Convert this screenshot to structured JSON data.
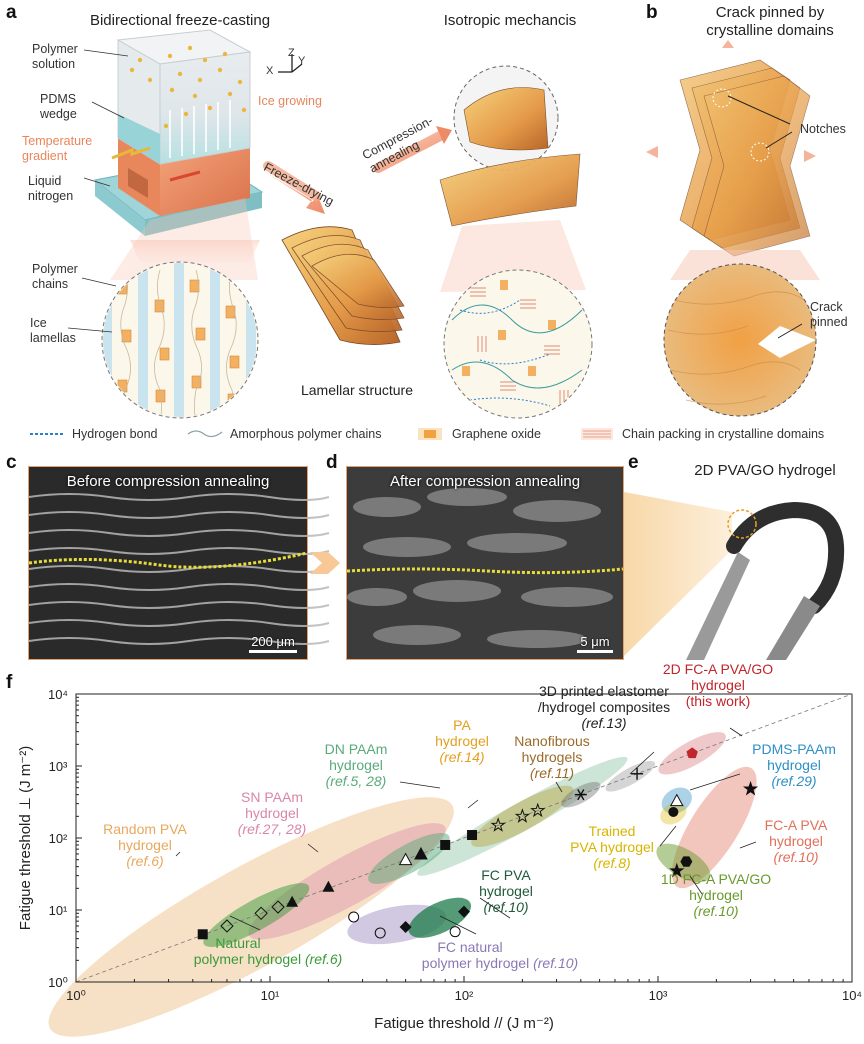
{
  "panels": {
    "a": "a",
    "b": "b",
    "c": "c",
    "d": "d",
    "e": "e",
    "f": "f"
  },
  "panel_a": {
    "title_left": "Bidirectional freeze-casting",
    "title_mid": "Isotropic mechancis",
    "axis_z": "Z",
    "axis_x": "X",
    "axis_y": "Y",
    "ice_growing": "Ice growing",
    "polymer_solution": [
      "Polymer",
      "solution"
    ],
    "pdms_wedge": [
      "PDMS",
      "wedge"
    ],
    "temperature_gradient": [
      "Temperature",
      "gradient"
    ],
    "liquid_nitrogen": [
      "Liquid",
      "nitrogen"
    ],
    "polymer_chains": [
      "Polymer",
      "chains"
    ],
    "ice_lamellas": [
      "Ice",
      "lamellas"
    ],
    "freeze_drying": "Freeze-drying",
    "compression_annealing": [
      "Compression-",
      "annealing"
    ],
    "lamellar_structure": "Lamellar structure"
  },
  "panel_b": {
    "title": [
      "Crack pinned by",
      "crystalline domains"
    ],
    "notches": "Notches",
    "crack_pinned": [
      "Crack",
      "pinned"
    ]
  },
  "legend": {
    "hydrogen_bond": "Hydrogen bond",
    "amorphous": "Amorphous polymer chains",
    "graphene_oxide": "Graphene oxide",
    "chain_packing": "Chain packing in crystalline domains"
  },
  "panel_c": {
    "caption": "Before compression annealing",
    "scale": "200 μm"
  },
  "panel_d": {
    "caption": "After compression annealing",
    "scale": "5 μm"
  },
  "panel_e": {
    "title": "2D PVA/GO hydrogel"
  },
  "colors": {
    "accent_orange": "#e8865a",
    "this_work_red": "#c0262b",
    "pdms_blue": "#2e8fc4",
    "trained_yellow": "#d9b400",
    "fc_a_salmon": "#e0705a",
    "one_d_green": "#6a9a2e",
    "random_pva": "#e9a85c",
    "sn_paam": "#d986a8",
    "dn_paam": "#5aaa7a",
    "pa": "#e3a020",
    "nanofibrous": "#9a6a2a",
    "natural": "#3a9a3a",
    "fc_natural": "#8a78b4",
    "fc_pva": "#1e7a4a"
  },
  "chart_data": {
    "type": "scatter",
    "xlabel": "Fatigue threshold // (J m⁻²)",
    "ylabel": "Fatigue threshold ⊥ (J m⁻²)",
    "x_scale": "log",
    "y_scale": "log",
    "xlim": [
      1,
      10000
    ],
    "ylim": [
      1,
      10000
    ],
    "x_ticks": [
      "10⁰",
      "10¹",
      "10²",
      "10³",
      "10⁴"
    ],
    "y_ticks": [
      "10⁰",
      "10¹",
      "10²",
      "10³",
      "10⁴"
    ],
    "diagonal": "dashed y = x",
    "groups": [
      {
        "label": [
          "Random PVA",
          "hydrogel"
        ],
        "ref": "(ref.6)",
        "marker": "square",
        "points": [
          [
            4.5,
            4.6
          ]
        ]
      },
      {
        "label": [
          "Natural",
          "polymer hydrogel"
        ],
        "ref": "(ref.6)",
        "marker": "diamond-open",
        "points": [
          [
            6,
            6
          ],
          [
            9,
            9
          ],
          [
            11,
            11
          ]
        ]
      },
      {
        "label": [
          "SN PAAm",
          "hydrogel"
        ],
        "ref": "(ref.27, 28)",
        "marker": "triangle",
        "points": [
          [
            13,
            13
          ],
          [
            20,
            21
          ]
        ]
      },
      {
        "label": [
          "DN PAAm",
          "hydrogel"
        ],
        "ref": "(ref.5, 28)",
        "marker": "triangle-mixed",
        "points": [
          [
            50,
            50
          ],
          [
            60,
            60
          ]
        ]
      },
      {
        "label": [
          "PA",
          "hydrogel"
        ],
        "ref": "(ref.14)",
        "marker": "square",
        "points": [
          [
            80,
            80
          ],
          [
            110,
            110
          ]
        ]
      },
      {
        "label": [
          "Nanofibrous",
          "hydrogels"
        ],
        "ref": "(ref.11)",
        "marker": "star-open",
        "points": [
          [
            150,
            150
          ],
          [
            200,
            200
          ],
          [
            240,
            240
          ]
        ]
      },
      {
        "label": [
          "FC natural",
          "polymer hydrogel"
        ],
        "ref": "(ref.10)",
        "marker": "circle-open",
        "points": [
          [
            27,
            8
          ],
          [
            37,
            4.8
          ],
          [
            90,
            5
          ]
        ]
      },
      {
        "label": [
          "FC PVA",
          "hydrogel"
        ],
        "ref": "(ref.10)",
        "marker": "diamond",
        "points": [
          [
            50,
            5.8
          ],
          [
            100,
            9.5
          ]
        ]
      },
      {
        "label": [
          "3D printed elastomer",
          "/hydrogel composites"
        ],
        "ref": "(ref.13)",
        "marker": "asterisk-plus",
        "points": [
          [
            400,
            400
          ],
          [
            780,
            780
          ]
        ]
      },
      {
        "label": [
          "2D FC-A PVA/GO",
          "hydrogel",
          "(this work)"
        ],
        "ref": "",
        "marker": "pentagon",
        "points": [
          [
            1500,
            1500
          ]
        ]
      },
      {
        "label": [
          "PDMS-PAAm",
          "hydrogel"
        ],
        "ref": "(ref.29)",
        "marker": "triangle-open",
        "points": [
          [
            1250,
            330
          ]
        ]
      },
      {
        "label": [
          "Trained",
          "PVA hydrogel"
        ],
        "ref": "(ref.8)",
        "marker": "circle",
        "points": [
          [
            1200,
            230
          ]
        ]
      },
      {
        "label": [
          "FC-A PVA",
          "hydrogel"
        ],
        "ref": "(ref.10)",
        "marker": "star",
        "points": [
          [
            3000,
            480
          ],
          [
            1250,
            35
          ]
        ]
      },
      {
        "label": [
          "1D FC-A PVA/GO",
          "hydrogel"
        ],
        "ref": "(ref.10)",
        "marker": "hexagon",
        "points": [
          [
            1400,
            47
          ]
        ]
      }
    ]
  }
}
